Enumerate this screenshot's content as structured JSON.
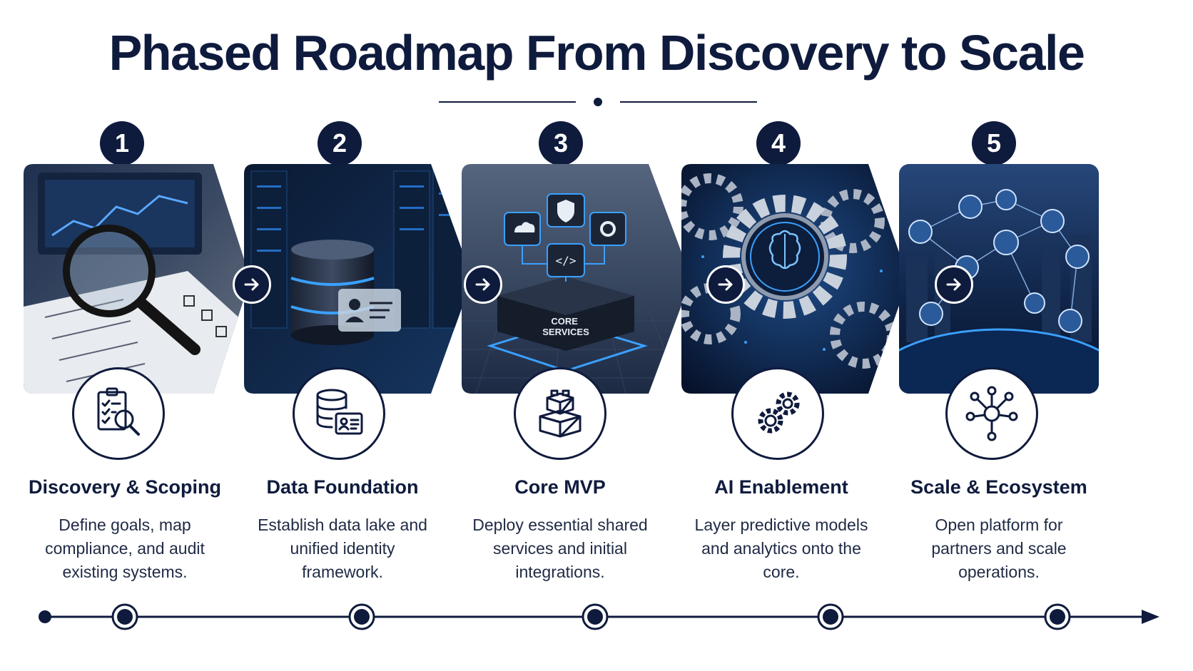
{
  "title": "Phased Roadmap From Discovery to Scale",
  "colors": {
    "navy": "#0f1b3d",
    "glow": "#3aa0ff"
  },
  "phases": [
    {
      "number": "1",
      "title": "Discovery & Scoping",
      "description": "Define goals, map compliance, and audit existing systems.",
      "icon": "checklist-magnifier-icon"
    },
    {
      "number": "2",
      "title": "Data Foundation",
      "description": "Establish data lake and unified identity framework.",
      "icon": "database-id-card-icon"
    },
    {
      "number": "3",
      "title": "Core MVP",
      "description": "Deploy essential shared services and initial integrations.",
      "icon": "building-blocks-icon",
      "image_label": "CORE SERVICES"
    },
    {
      "number": "4",
      "title": "AI Enablement",
      "description": "Layer predictive models and analytics onto the core.",
      "icon": "gears-icon"
    },
    {
      "number": "5",
      "title": "Scale & Ecosystem",
      "description": "Open platform for partners and scale operations.",
      "icon": "network-hub-icon"
    }
  ]
}
